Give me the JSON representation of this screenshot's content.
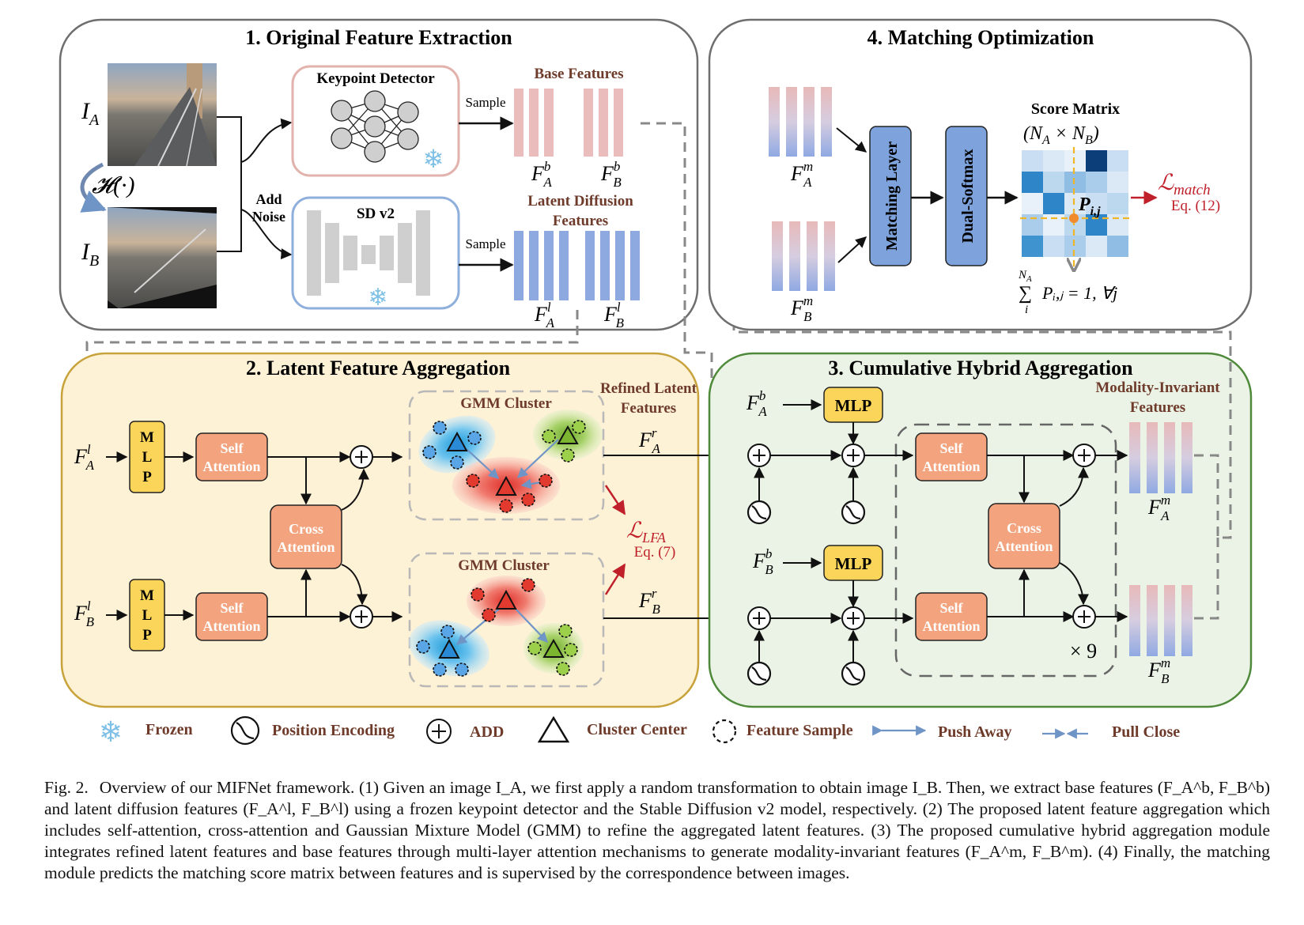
{
  "panels": {
    "p1": "1. Original Feature Extraction",
    "p2": "2. Latent Feature Aggregation",
    "p3": "3. Cumulative  Hybrid Aggregation",
    "p4": "4. Matching Optimization"
  },
  "labels": {
    "ia": "I",
    "ia_sub": "A",
    "ib": "I",
    "ib_sub": "B",
    "h": "𝓗(·)",
    "add_noise_1": "Add",
    "add_noise_2": "Noise",
    "keypoint": "Keypoint Detector",
    "sdv2": "SD v2",
    "sample": "Sample",
    "base_features": "Base Features",
    "latent_diff_1": "Latent Diffusion",
    "latent_diff_2": "Features",
    "mlp_v": [
      "M",
      "L",
      "P"
    ],
    "self_attention_1": "Self",
    "self_attention_2": "Attention",
    "cross_attention_1": "Cross",
    "cross_attention_2": "Attention",
    "gmm": "GMM Cluster",
    "refined_1": "Refined Latent",
    "refined_2": "Features",
    "lfa_loss": "ℒ",
    "lfa_sub": "LFA",
    "eq7": "Eq. (7)",
    "mlp": "MLP",
    "x9": "× 9",
    "mod_inv_1": "Modality-Invariant",
    "mod_inv_2": "Features",
    "matching_layer": "Matching Layer",
    "dual_softmax": "Dual-Softmax",
    "score_matrix": "Score Matrix",
    "score_dim": "(N",
    "match_loss": "ℒ",
    "match_sub": "match",
    "eq12": "Eq. (12)",
    "pij": "P",
    "pij_sub": "i,j",
    "sum_top": "N",
    "sum_top_sub": "A",
    "sum_eq": "Pᵢ,ⱼ = 1, ∀j",
    "sum_i": "i"
  },
  "features": {
    "fab": "F",
    "fab_sup": "b",
    "fab_sub": "A",
    "fbb": "F",
    "fbb_sup": "b",
    "fbb_sub": "B",
    "fal": "F",
    "fal_sup": "l",
    "fal_sub": "A",
    "fbl": "F",
    "fbl_sup": "l",
    "fbl_sub": "B",
    "far": "F",
    "far_sup": "r",
    "far_sub": "A",
    "fbr": "F",
    "fbr_sup": "r",
    "fbr_sub": "B",
    "fam": "F",
    "fam_sup": "m",
    "fam_sub": "A",
    "fbm": "F",
    "fbm_sup": "m",
    "fbm_sub": "B"
  },
  "legend": {
    "frozen": "Frozen",
    "position_encoding": "Position Encoding",
    "add": "ADD",
    "cluster_center": "Cluster Center",
    "feature_sample": "Feature Sample",
    "push_away": "Push Away",
    "pull_close": "Pull Close"
  },
  "caption": {
    "fig": "Fig. 2.",
    "text": "Overview of our MIFNet framework. (1) Given an image I_A, we first apply a random transformation to obtain image I_B. Then, we extract base features (F_A^b, F_B^b) and latent diffusion features (F_A^l, F_B^l) using a frozen keypoint detector and the Stable Diffusion v2 model, respectively. (2) The proposed latent feature aggregation which includes self-attention, cross-attention and Gaussian Mixture Model (GMM) to refine the aggregated latent features. (3) The proposed cumulative hybrid aggregation module integrates refined latent features and base features through multi-layer attention mechanisms to generate modality-invariant features (F_A^m, F_B^m). (4) Finally, the matching module predicts the matching score matrix between features and is supervised by the correspondence between images."
  },
  "colors": {
    "panel_border": "#6e6e6e",
    "lfa_fill": "#fdf1d6",
    "lfa_border": "#c8a23a",
    "cha_fill": "#eaf3e6",
    "cha_border": "#4e8a3a",
    "attn_fill": "#f3a47e",
    "mlp_fill": "#fbd55a",
    "blue_box": "#7da2dc",
    "red_text": "#c0202a"
  }
}
